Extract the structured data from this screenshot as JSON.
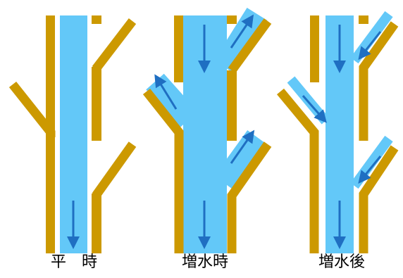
{
  "colors": {
    "water": "#63c8f8",
    "bank": "#cc9900",
    "arrow": "#1f6fc2",
    "gap": "#ffffff"
  },
  "panels": [
    {
      "id": "normal",
      "label": "平　時",
      "icon": "river-normal-icon"
    },
    {
      "id": "flood",
      "label": "増水時",
      "icon": "river-flood-icon"
    },
    {
      "id": "after",
      "label": "増水後",
      "icon": "river-after-flood-icon"
    }
  ]
}
